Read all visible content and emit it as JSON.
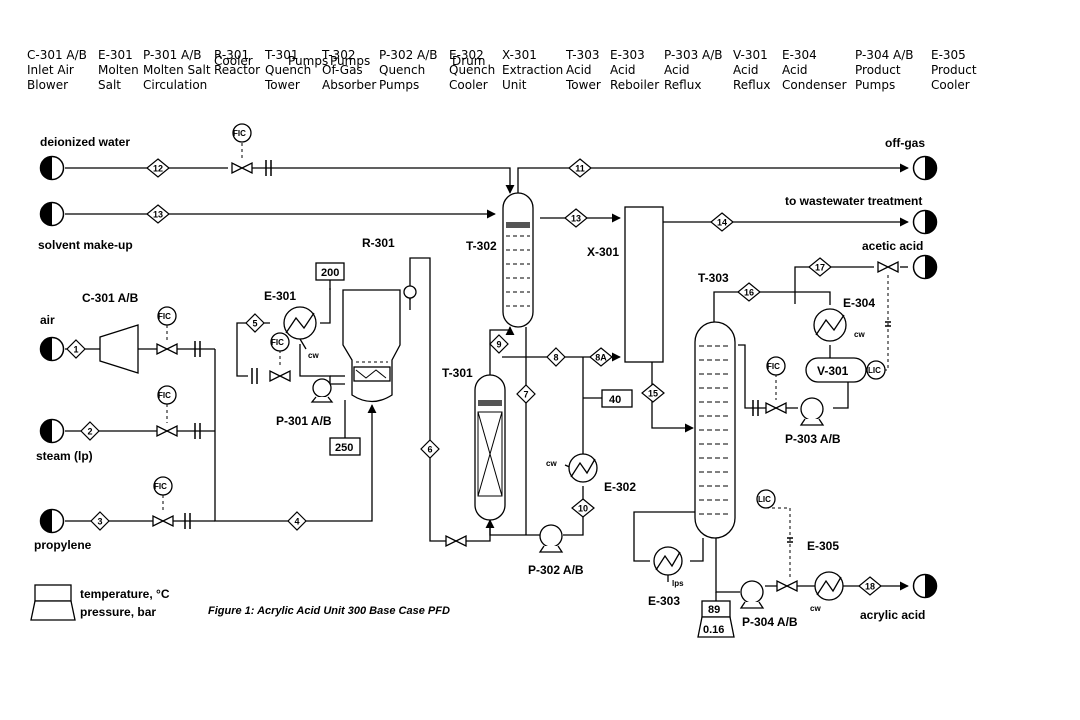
{
  "header": {
    "equipment": [
      {
        "tag": "C-301 A/B",
        "line1": "Inlet Air",
        "line2": "Blower"
      },
      {
        "tag": "E-301",
        "line1": "Molten",
        "line2": "Salt"
      },
      {
        "tag": "P-301 A/B",
        "line1": "Molten Salt",
        "line2": "Circulation"
      },
      {
        "tag": "R-301",
        "line1": "Reactor",
        "line2": ""
      },
      {
        "tag": "Cooler",
        "line1": "",
        "line2": ""
      },
      {
        "tag": "T-301",
        "line1": "Quench",
        "line2": "Tower"
      },
      {
        "tag": "Pumps",
        "line1": "",
        "line2": ""
      },
      {
        "tag": "T-302",
        "line1": "Of-Gas",
        "line2": "Absorber"
      },
      {
        "tag": "Pumps",
        "line1": "",
        "line2": ""
      },
      {
        "tag": "P-302 A/B",
        "line1": "Quench",
        "line2": "Pumps"
      },
      {
        "tag": "E-302",
        "line1": "Quench",
        "line2": "Cooler"
      },
      {
        "tag": "Drum",
        "line1": "",
        "line2": ""
      },
      {
        "tag": "X-301",
        "line1": "Extraction",
        "line2": "Unit"
      },
      {
        "tag": "T-303",
        "line1": "Acid",
        "line2": "Tower"
      },
      {
        "tag": "E-303",
        "line1": "Acid",
        "line2": "Reboiler"
      },
      {
        "tag": "P-303 A/B",
        "line1": "Acid",
        "line2": "Reflux"
      },
      {
        "tag": "V-301",
        "line1": "Acid",
        "line2": "Reflux"
      },
      {
        "tag": "E-304",
        "line1": "Acid",
        "line2": "Condenser"
      },
      {
        "tag": "P-304 A/B",
        "line1": "Product",
        "line2": "Pumps"
      },
      {
        "tag": "E-305",
        "line1": "Product",
        "line2": "Cooler"
      }
    ]
  },
  "streams": {
    "deionized_water": "deionized water",
    "solvent_makeup": "solvent make-up",
    "air": "air",
    "steam": "steam (lp)",
    "propylene": "propylene",
    "offgas": "off-gas",
    "wastewater": "to wastewater treatment",
    "acetic_acid": "acetic acid",
    "acrylic_acid": "acrylic acid"
  },
  "stream_numbers": {
    "s1": "1",
    "s2": "2",
    "s3": "3",
    "s4": "4",
    "s5": "5",
    "s6": "6",
    "s7": "7",
    "s8": "8",
    "s8a": "8A",
    "s9": "9",
    "s10": "10",
    "s11": "11",
    "s12": "12",
    "s13a": "13",
    "s13b": "13",
    "s14": "14",
    "s15": "15",
    "s16": "16",
    "s17": "17",
    "s18": "18"
  },
  "units": {
    "c301": "C-301 A/B",
    "e301": "E-301",
    "p301": "P-301 A/B",
    "r301": "R-301",
    "t301": "T-301",
    "t302": "T-302",
    "x301": "X-301",
    "p302": "P-302 A/B",
    "e302": "E-302",
    "t303": "T-303",
    "e303": "E-303",
    "e304": "E-304",
    "v301": "V-301",
    "p303": "P-303 A/B",
    "e305": "E-305",
    "p304": "P-304 A/B"
  },
  "controllers": {
    "fic": "FIC",
    "lic": "LIC"
  },
  "utilities": {
    "cw": "cw",
    "lps": "lps"
  },
  "conditions": {
    "r301_temp": "200",
    "r301_press": "250",
    "e302_temp": "40",
    "bottoms_temp": "89",
    "bottoms_press": "0.16"
  },
  "legend": {
    "temperature": "temperature, °C",
    "pressure": "pressure, bar"
  },
  "caption": "Figure 1: Acrylic Acid Unit 300 Base Case PFD"
}
